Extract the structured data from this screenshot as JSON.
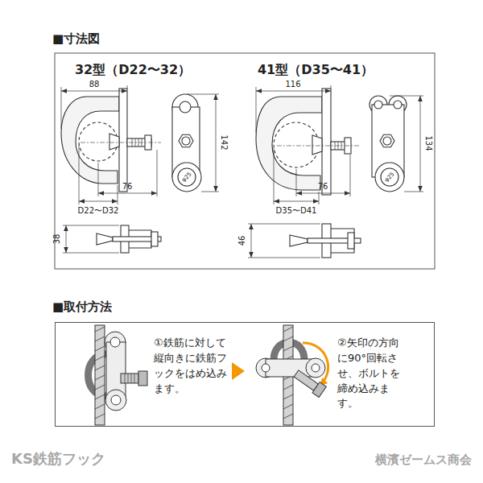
{
  "diagram": {
    "nodes": [
      {
        "text": [
          "①鉄筋に対して縦向きに鉄筋フックをはめ込みます。",
          "②矢印の方向に90°回転させ、ボルトを締め込みます。"
        ]
      }
    ],
    "labels": [
      "■寸法図",
      "32型（D22〜32）",
      "41型（D35〜41）",
      "88",
      "142",
      "φ25",
      "D22〜D32",
      "76",
      "38",
      "116",
      "134",
      "φ25",
      "D35〜D41",
      "76",
      "46",
      "■取付方法",
      "KS鉄筋フック",
      "横濱ゼームス商会"
    ]
  }
}
